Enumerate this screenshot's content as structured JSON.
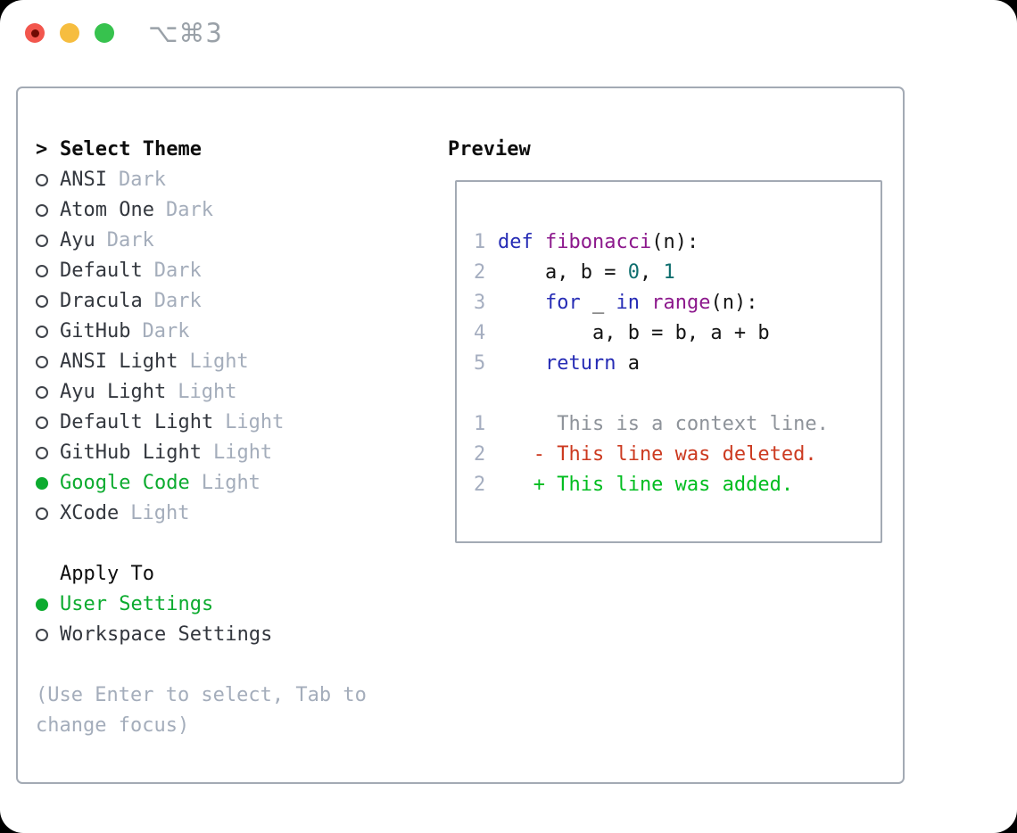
{
  "titlebar": {
    "shortcut_label": "⌥⌘3"
  },
  "theme_picker": {
    "prompt": ">",
    "title": "Select Theme",
    "themes": [
      {
        "name": "ANSI",
        "tag": "Dark",
        "selected": false
      },
      {
        "name": "Atom One",
        "tag": "Dark",
        "selected": false
      },
      {
        "name": "Ayu",
        "tag": "Dark",
        "selected": false
      },
      {
        "name": "Default",
        "tag": "Dark",
        "selected": false
      },
      {
        "name": "Dracula",
        "tag": "Dark",
        "selected": false
      },
      {
        "name": "GitHub",
        "tag": "Dark",
        "selected": false
      },
      {
        "name": "ANSI Light",
        "tag": "Light",
        "selected": false
      },
      {
        "name": "Ayu Light",
        "tag": "Light",
        "selected": false
      },
      {
        "name": "Default Light",
        "tag": "Light",
        "selected": false
      },
      {
        "name": "GitHub Light",
        "tag": "Light",
        "selected": false
      },
      {
        "name": "Google Code",
        "tag": "Light",
        "selected": true
      },
      {
        "name": "XCode",
        "tag": "Light",
        "selected": false
      }
    ]
  },
  "apply_to": {
    "title": "Apply To",
    "options": [
      {
        "name": "User Settings",
        "selected": true
      },
      {
        "name": "Workspace Settings",
        "selected": false
      }
    ]
  },
  "hint": "(Use Enter to select, Tab to change focus)",
  "preview": {
    "title": "Preview",
    "code_lines": [
      {
        "num": "1",
        "tokens": [
          {
            "t": "def",
            "c": "kwd"
          },
          {
            "t": " ",
            "c": "pln"
          },
          {
            "t": "fibonacci",
            "c": "fn"
          },
          {
            "t": "(n):",
            "c": "pln"
          }
        ]
      },
      {
        "num": "2",
        "tokens": [
          {
            "t": "    a, b = ",
            "c": "pln"
          },
          {
            "t": "0",
            "c": "lit"
          },
          {
            "t": ", ",
            "c": "pln"
          },
          {
            "t": "1",
            "c": "lit"
          }
        ]
      },
      {
        "num": "3",
        "tokens": [
          {
            "t": "    ",
            "c": "pln"
          },
          {
            "t": "for",
            "c": "kwd"
          },
          {
            "t": " _ ",
            "c": "pln"
          },
          {
            "t": "in",
            "c": "kwd"
          },
          {
            "t": " ",
            "c": "pln"
          },
          {
            "t": "range",
            "c": "fn"
          },
          {
            "t": "(n):",
            "c": "pln"
          }
        ]
      },
      {
        "num": "4",
        "tokens": [
          {
            "t": "        a, b = b, a + b",
            "c": "pln"
          }
        ]
      },
      {
        "num": "5",
        "tokens": [
          {
            "t": "    ",
            "c": "pln"
          },
          {
            "t": "return",
            "c": "kwd"
          },
          {
            "t": " a",
            "c": "pln"
          }
        ]
      },
      {
        "num": "",
        "tokens": []
      },
      {
        "num": "1",
        "tokens": [
          {
            "t": "     This is a context line.",
            "c": "ctx"
          }
        ]
      },
      {
        "num": "2",
        "tokens": [
          {
            "t": "   - This line was deleted.",
            "c": "del"
          }
        ]
      },
      {
        "num": "2",
        "tokens": [
          {
            "t": "   + This line was added.",
            "c": "add"
          }
        ]
      }
    ]
  },
  "colors": {
    "accent_green": "#0cab2f",
    "diff_added": "#00bd1f",
    "diff_deleted": "#cc3a20",
    "diff_context": "#8e939a",
    "keyword_blue": "#262cb5",
    "function_purple": "#8c188c",
    "literal_teal": "#0e6e6e",
    "muted_gray": "#a4adbb",
    "line_number_gray": "#a5aec0",
    "border_gray": "#a3aab4",
    "traffic_red": "#f2564d",
    "traffic_yellow": "#f6bd3f",
    "traffic_green": "#37c24e"
  }
}
